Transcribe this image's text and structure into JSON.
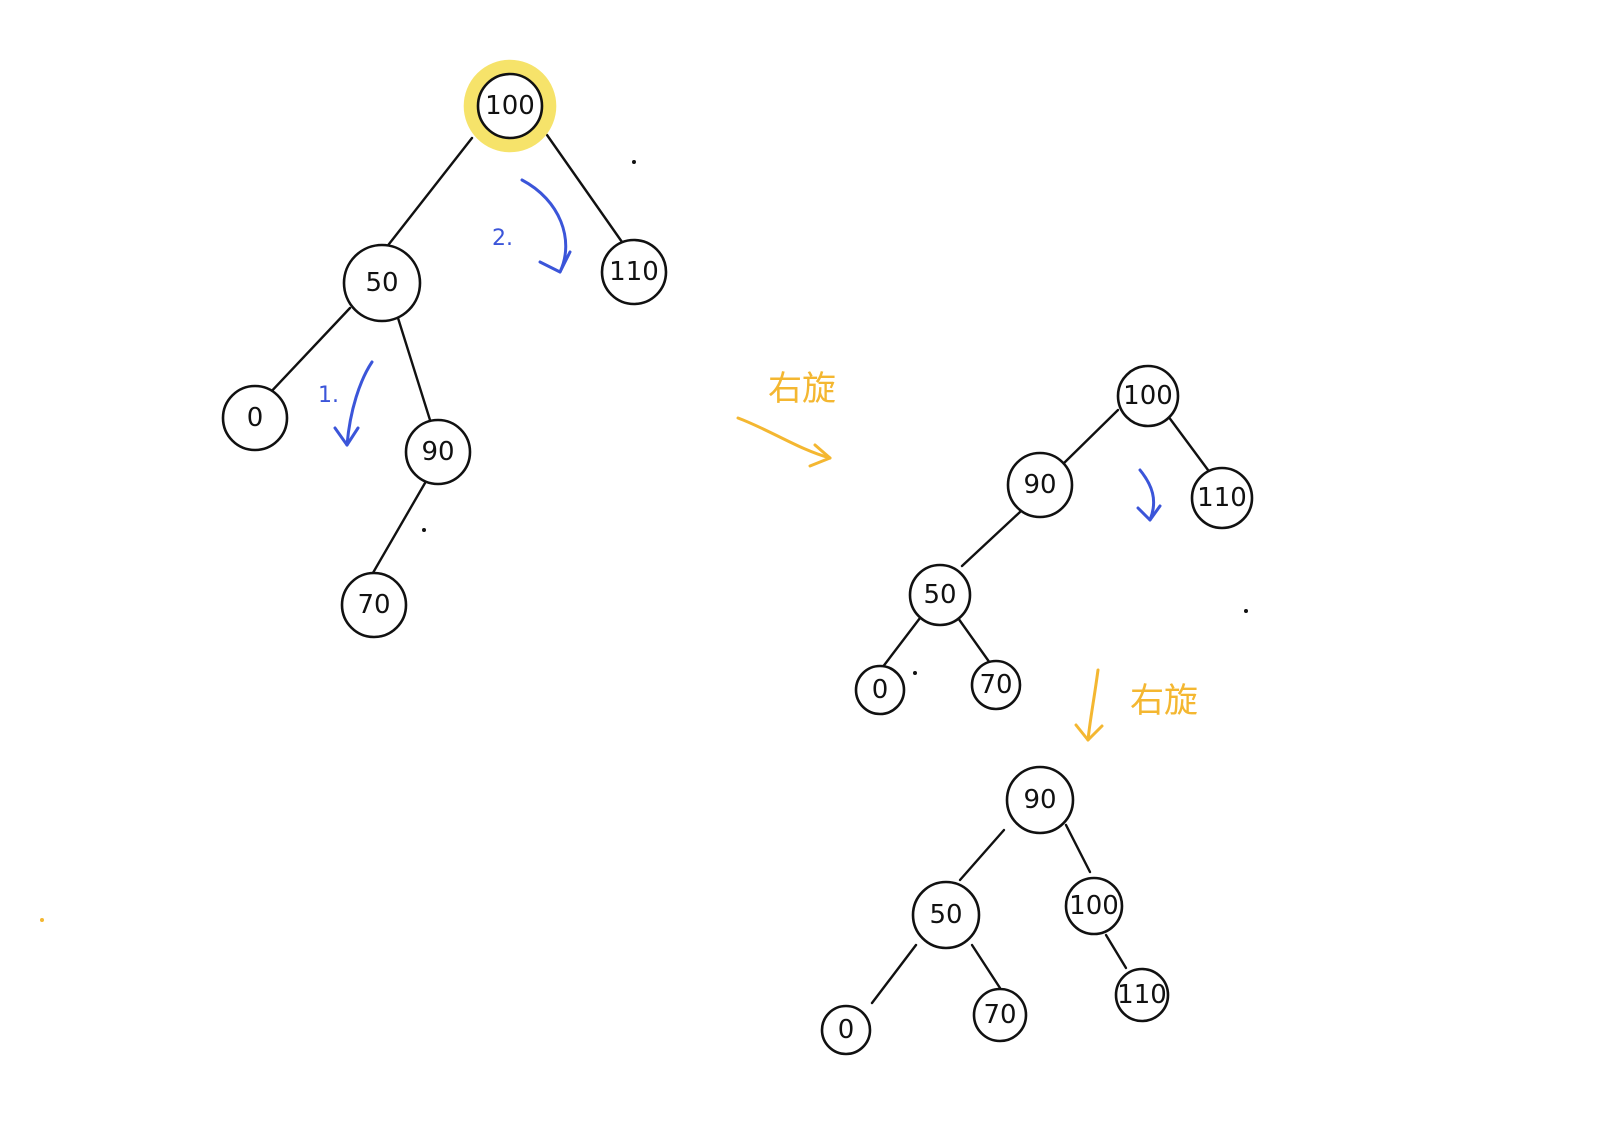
{
  "colors": {
    "highlight": "#f6e36a",
    "ink": "#111111",
    "annotation_orange": "#f4b731",
    "annotation_blue": "#3b55d9"
  },
  "trees": [
    {
      "id": "tree-1",
      "nodes": [
        "100",
        "50",
        "110",
        "0",
        "90",
        "70"
      ],
      "highlighted": "100"
    },
    {
      "id": "tree-2",
      "nodes": [
        "100",
        "90",
        "110",
        "50",
        "0",
        "70"
      ]
    },
    {
      "id": "tree-3",
      "nodes": [
        "90",
        "50",
        "100",
        "0",
        "70",
        "110"
      ]
    }
  ],
  "annotations": {
    "rotation_1": "右旋",
    "rotation_2": "右旋",
    "step_1": "1.",
    "step_2": "2."
  }
}
